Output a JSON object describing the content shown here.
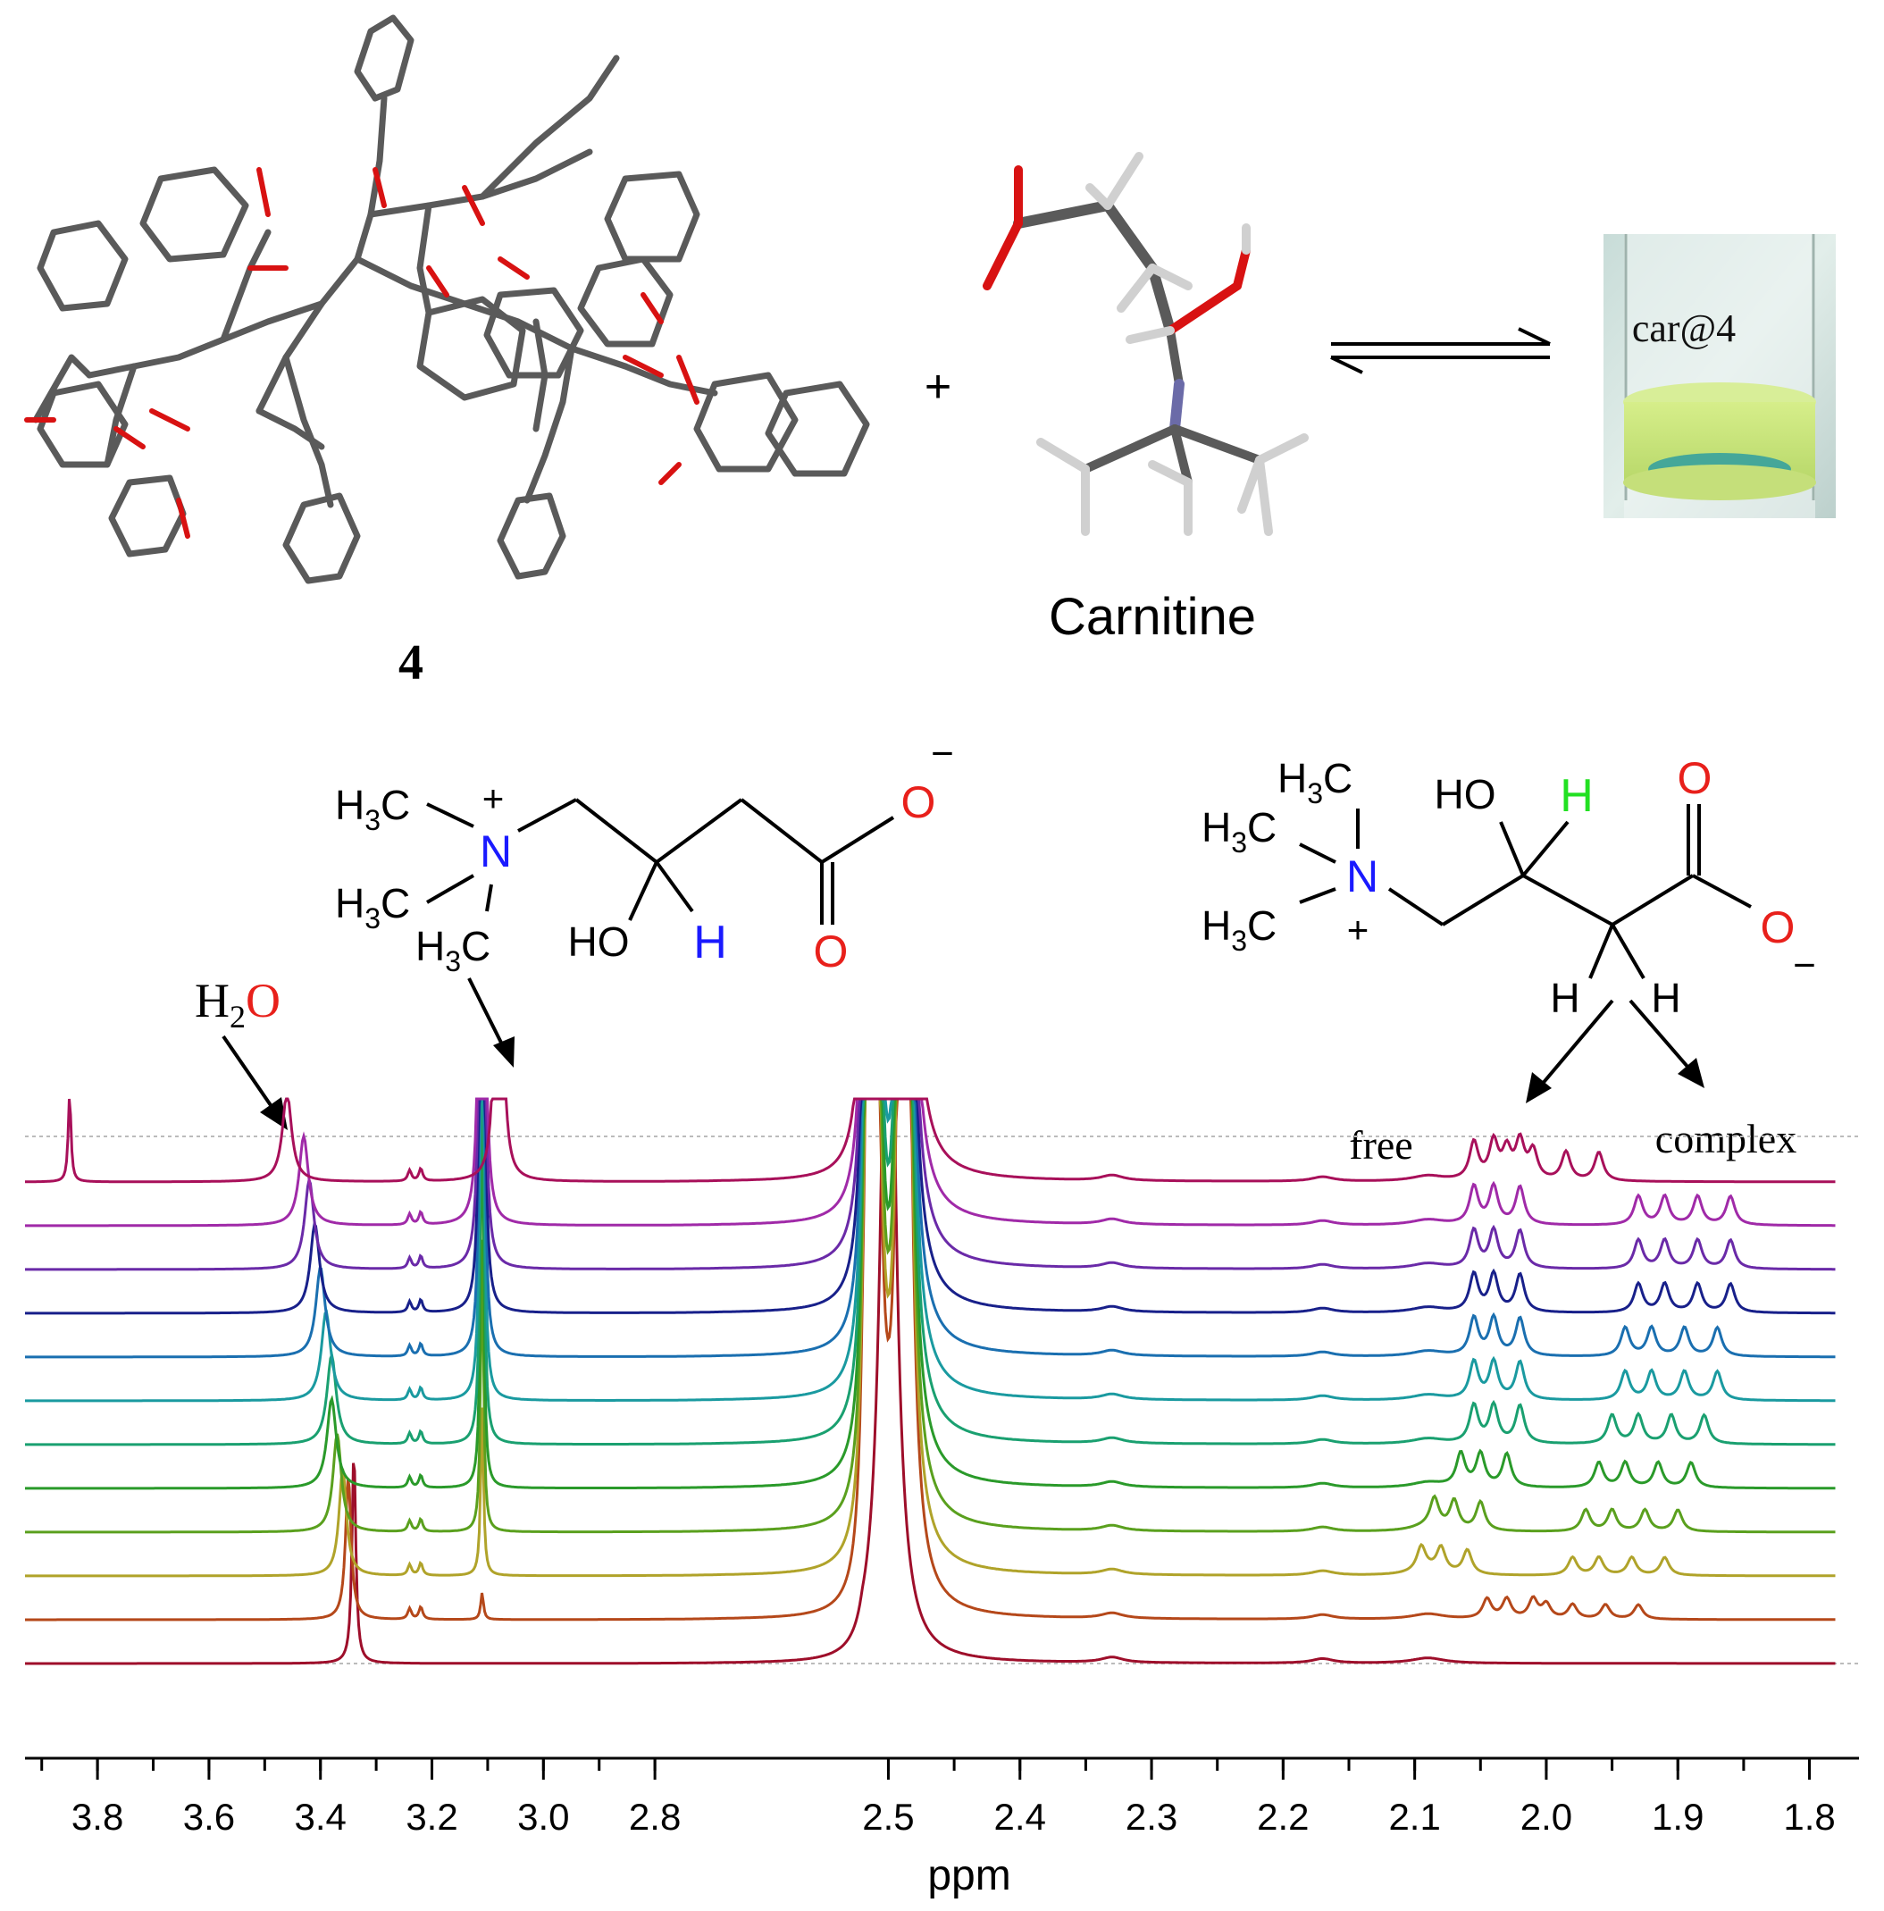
{
  "top": {
    "host_label": "4",
    "plus": "+",
    "guest_label": "Carnitine",
    "vial_label": "car@4"
  },
  "structures": {
    "left": {
      "plus": "+",
      "minus": "−",
      "n": "N",
      "o": "O",
      "o2": "O",
      "ho": "HO",
      "h": "H",
      "me1": {
        "a": "H",
        "s": "3",
        "b": "C"
      },
      "me2": {
        "a": "H",
        "s": "3",
        "b": "C"
      },
      "me3": {
        "a": "H",
        "s": "3",
        "b": "C"
      }
    },
    "right": {
      "plus": "+",
      "minus": "−",
      "n": "N",
      "o": "O",
      "o2": "O",
      "ho": "HO",
      "h_green": "H",
      "h1": "H",
      "h2": "H",
      "me1": {
        "a": "H",
        "s": "3",
        "b": "C"
      },
      "me2": {
        "a": "H",
        "s": "3",
        "b": "C"
      },
      "me3": {
        "a": "H",
        "s": "3",
        "b": "C"
      }
    }
  },
  "annotations": {
    "water": {
      "a": "H",
      "s": "2",
      "b": "O"
    },
    "free": "free",
    "complex": "complex"
  },
  "colors": {
    "oxygen": "#e8201b",
    "nitrogen": "#1a1aff",
    "green_h": "#22e022",
    "series": [
      "#9e0e2a",
      "#b5481a",
      "#b0a32a",
      "#5aa01e",
      "#2a9a2a",
      "#1aa070",
      "#1a9aa0",
      "#1a6fb0",
      "#18208a",
      "#6a2aa8",
      "#a02aa8",
      "#a8105a"
    ]
  },
  "chart_data": {
    "type": "line",
    "xlabel": "ppm",
    "x_reversed": true,
    "xlim": [
      3.93,
      1.78
    ],
    "x_ticks": [
      "3.8",
      "3.6",
      "3.4",
      "3.2",
      "3.0",
      "2.8",
      "2.5",
      "2.4",
      "2.3",
      "2.2",
      "2.1",
      "2.0",
      "1.9",
      "1.8"
    ],
    "grid": false,
    "legend": "none",
    "stack_count": 12,
    "dmso_peaks": [
      2.51,
      2.49
    ],
    "series": [
      {
        "peaks": [
          [
            3.34,
            240,
            0.004
          ],
          [
            2.5,
            1000,
            0.006
          ]
        ],
        "water": 3.34,
        "ch3": null,
        "h2_free": null,
        "h2_complex": null
      },
      {
        "peaks": [
          [
            3.35,
            160,
            0.006
          ],
          [
            3.11,
            30,
            0.003
          ]
        ],
        "water": 3.35,
        "ch3": 3.11,
        "h2_free": 2.03,
        "h2_complex": 1.96
      },
      {
        "peaks": [
          [
            3.36,
            120,
            0.008
          ],
          [
            3.11,
            190,
            0.003
          ]
        ],
        "water": 3.36,
        "ch3": 3.11,
        "h2_free": 2.08,
        "h2_complex": 1.94
      },
      {
        "peaks": [
          [
            3.37,
            110,
            0.009
          ],
          [
            3.11,
            330,
            0.003
          ]
        ],
        "water": 3.37,
        "ch3": 3.11,
        "h2_free": 2.07,
        "h2_complex": 1.93
      },
      {
        "peaks": [
          [
            3.38,
            100,
            0.01
          ],
          [
            3.11,
            500,
            0.003
          ]
        ],
        "water": 3.38,
        "ch3": 3.11,
        "h2_free": 2.05,
        "h2_complex": 1.92
      },
      {
        "peaks": [
          [
            3.38,
            100,
            0.01
          ],
          [
            3.11,
            700,
            0.003
          ]
        ],
        "water": 3.38,
        "ch3": 3.11,
        "h2_free": 2.04,
        "h2_complex": 1.91
      },
      {
        "peaks": [
          [
            3.39,
            100,
            0.01
          ],
          [
            3.11,
            900,
            0.003
          ]
        ],
        "water": 3.39,
        "ch3": 3.11,
        "h2_free": 2.04,
        "h2_complex": 1.9
      },
      {
        "peaks": [
          [
            3.4,
            100,
            0.01
          ],
          [
            3.11,
            1100,
            0.003
          ]
        ],
        "water": 3.4,
        "ch3": 3.11,
        "h2_free": 2.04,
        "h2_complex": 1.9
      },
      {
        "peaks": [
          [
            3.41,
            100,
            0.01
          ],
          [
            3.11,
            1300,
            0.003
          ]
        ],
        "water": 3.41,
        "ch3": 3.11,
        "h2_free": 2.04,
        "h2_complex": 1.89
      },
      {
        "peaks": [
          [
            3.42,
            100,
            0.01
          ],
          [
            3.11,
            1500,
            0.003
          ]
        ],
        "water": 3.42,
        "ch3": 3.11,
        "h2_free": 2.04,
        "h2_complex": 1.89
      },
      {
        "peaks": [
          [
            3.43,
            100,
            0.01
          ],
          [
            3.11,
            1700,
            0.003
          ]
        ],
        "water": 3.43,
        "ch3": 3.11,
        "h2_free": 2.04,
        "h2_complex": 1.89
      },
      {
        "peaks": [
          [
            3.46,
            100,
            0.01
          ],
          [
            3.08,
            1900,
            0.003
          ],
          [
            3.85,
            100,
            0.003
          ]
        ],
        "water": 3.46,
        "ch3": 3.08,
        "h2_free": 2.04,
        "h2_complex": 1.99
      }
    ]
  }
}
